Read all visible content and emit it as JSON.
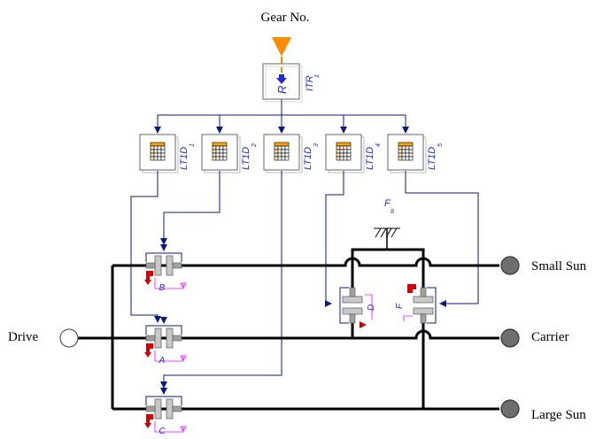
{
  "title": "Gear No.",
  "itr": {
    "glyph": "R",
    "name": "ITR",
    "index": "1"
  },
  "tables": [
    {
      "name": "LT1D",
      "index": "1"
    },
    {
      "name": "LT1D",
      "index": "2"
    },
    {
      "name": "LT1D",
      "index": "3"
    },
    {
      "name": "LT1D",
      "index": "4"
    },
    {
      "name": "LT1D",
      "index": "5"
    }
  ],
  "fixed": {
    "name": "F",
    "index": "8"
  },
  "clutches": [
    {
      "label": "B"
    },
    {
      "label": "A"
    },
    {
      "label": "C"
    },
    {
      "label": "D"
    },
    {
      "label": "F"
    }
  ],
  "ports": {
    "drive": "Drive",
    "small_sun": "Small Sun",
    "carrier": "Carrier",
    "large_sun": "Large Sun"
  },
  "colors": {
    "signal_arrow": "#ff8c00",
    "table_fill": "#ffa500",
    "label_blue": "#1a2bd6",
    "port_gray": "#6e6e6e",
    "magenta": "#ff00ff",
    "red": "#d40000"
  }
}
